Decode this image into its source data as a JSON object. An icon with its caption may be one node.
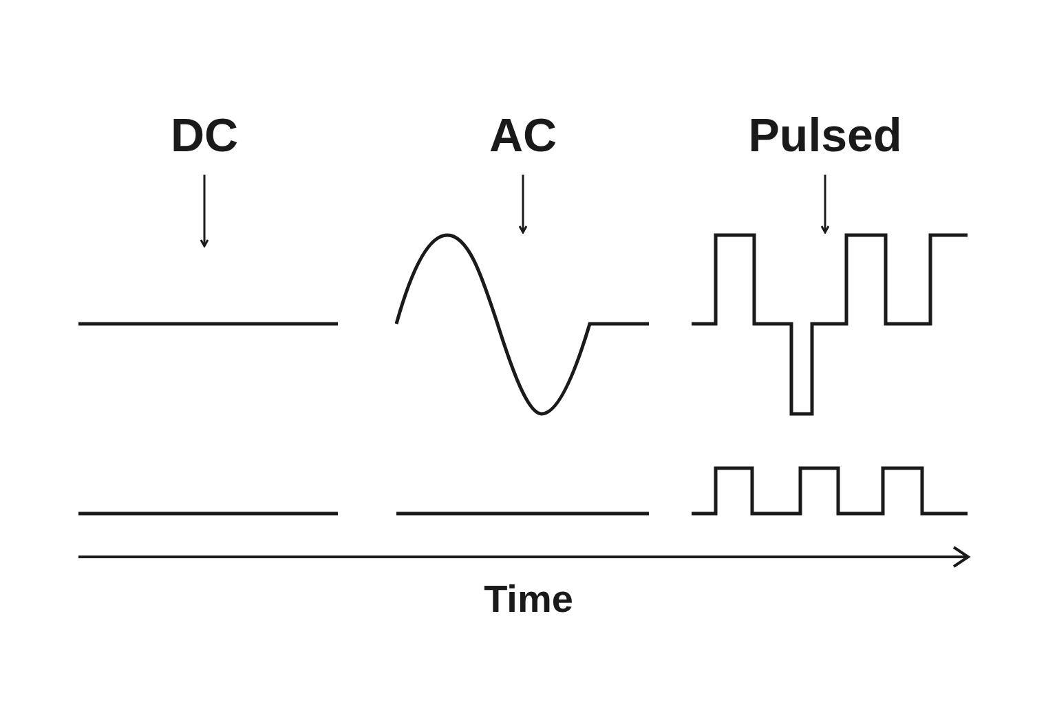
{
  "diagram": {
    "nodes": [
      {
        "text": [
          "DC"
        ]
      },
      {
        "text": [
          "AC"
        ]
      },
      {
        "text": [
          "Pulsed"
        ]
      },
      {
        "text": [],
        "shape": "picture"
      },
      {
        "text": [],
        "shape": "picture"
      },
      {
        "text": [],
        "shape": "picture"
      }
    ],
    "edges": [
      {
        "from": 0,
        "to": 3,
        "arrow": "to"
      },
      {
        "from": 1,
        "to": 4,
        "arrow": "to"
      },
      {
        "from": 2,
        "to": 5,
        "arrow": "to"
      }
    ],
    "labels": [
      "Time"
    ]
  }
}
